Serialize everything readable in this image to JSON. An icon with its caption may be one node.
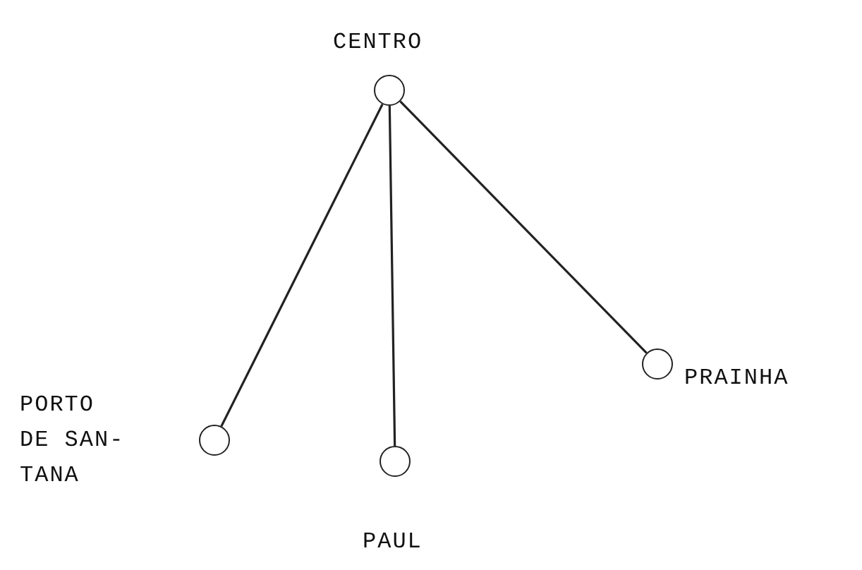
{
  "diagram": {
    "nodes": [
      {
        "text": [],
        "shape": "circle",
        "beside": [
          "CENTRO"
        ]
      },
      {
        "text": [],
        "shape": "circle",
        "beside": [
          "PORTO DE SAN-TANA"
        ]
      },
      {
        "text": [],
        "shape": "circle",
        "beside": [
          "PAUL"
        ]
      },
      {
        "text": [],
        "shape": "circle",
        "beside": [
          "PRAINHA"
        ]
      }
    ],
    "edges": [
      {
        "from": 0,
        "to": 1,
        "arrow": "none"
      },
      {
        "from": 0,
        "to": 2,
        "arrow": "none"
      },
      {
        "from": 0,
        "to": 3,
        "arrow": "none"
      }
    ]
  }
}
